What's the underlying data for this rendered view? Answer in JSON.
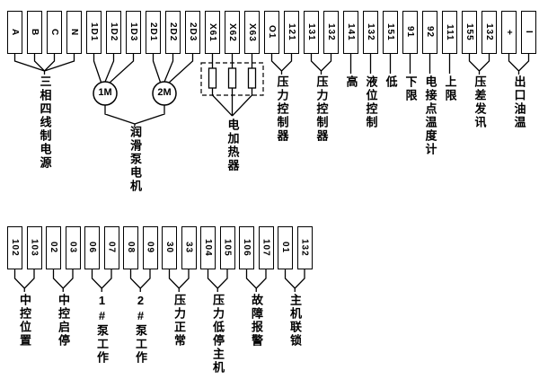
{
  "diagram": {
    "top_row": {
      "terminals": [
        "A",
        "B",
        "C",
        "N",
        "1D1",
        "1D2",
        "1D3",
        "2D1",
        "2D2",
        "2D3",
        "X61",
        "X62",
        "X63",
        "O1",
        "121",
        "131",
        "132",
        "141",
        "132",
        "151",
        "91",
        "92",
        "111",
        "155",
        "132",
        "+",
        "I"
      ],
      "labels": {
        "power": "三相四线制电源",
        "motor1": "1M",
        "motor2": "2M",
        "pump_motor": "润滑泵电机",
        "heater": "电加热器",
        "pressure_controller_1": "压力控制器",
        "pressure_controller_2": "压力控制器",
        "level_high": "高",
        "level_control": "液位控制",
        "level_low": "低",
        "limit_lower": "下限",
        "contact_thermometer": "电接点温度计",
        "limit_upper": "上限",
        "pressure_diff_signal": "压差发讯",
        "outlet_oil_temp": "出口油温"
      }
    },
    "bottom_row": {
      "terminals": [
        "102",
        "103",
        "02",
        "03",
        "06",
        "07",
        "08",
        "09",
        "30",
        "33",
        "104",
        "105",
        "106",
        "107",
        "01",
        "132"
      ],
      "labels": [
        "中控位置",
        "中控启停",
        "1#泵工作",
        "2#泵工作",
        "压力正常",
        "压力低停主机",
        "故障报警",
        "主机联锁"
      ]
    }
  }
}
